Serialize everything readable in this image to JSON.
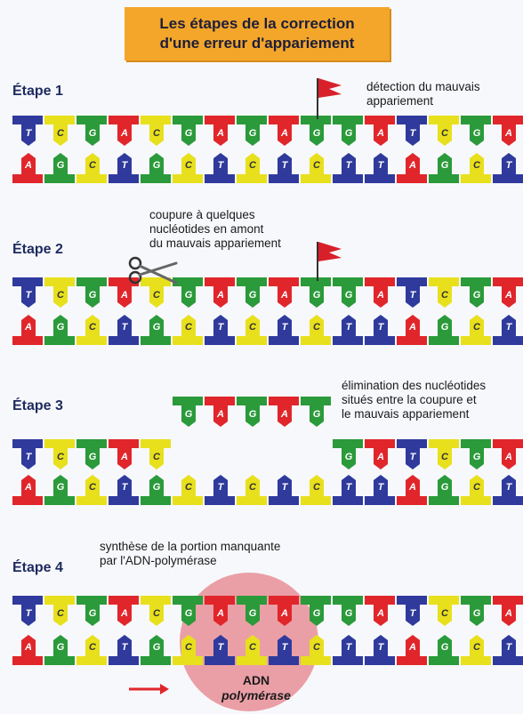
{
  "title": {
    "line1": "Les étapes de la correction",
    "line2": "d'une erreur d'appariement"
  },
  "steps": [
    {
      "label": "Étape 1",
      "note_lines": [
        "détection du mauvais",
        "appariement"
      ]
    },
    {
      "label": "Étape 2",
      "note_lines": [
        "coupure à quelques",
        "nucléotides en amont",
        "du mauvais appariement"
      ]
    },
    {
      "label": "Étape 3",
      "note_lines": [
        "élimination des nucléotides",
        "situés entre la coupure et",
        "le mauvais appariement"
      ]
    },
    {
      "label": "Étape 4",
      "note_lines": [
        "synthèse de la portion manquante",
        "par l'ADN-polymérase"
      ]
    }
  ],
  "enzyme": {
    "line1": "ADN",
    "line2": "polymérase"
  },
  "strands": {
    "top": [
      "T",
      "C",
      "G",
      "A",
      "C",
      "G",
      "A",
      "G",
      "A",
      "G",
      "G",
      "A",
      "T",
      "C",
      "G",
      "A"
    ],
    "bottom": [
      "A",
      "G",
      "C",
      "T",
      "G",
      "C",
      "T",
      "C",
      "T",
      "C",
      "T",
      "T",
      "A",
      "G",
      "C",
      "T"
    ],
    "step3_top_left": [
      "T",
      "C",
      "G",
      "A",
      "C"
    ],
    "step3_top_right": [
      "G",
      "A",
      "T",
      "C",
      "G",
      "A"
    ],
    "step3_removed": [
      "G",
      "A",
      "G",
      "A",
      "G"
    ]
  },
  "colors": {
    "A": "#e0262b",
    "T": "#2f3a9c",
    "G": "#2a9a3a",
    "C": "#e8e01c",
    "title_bg": "#f3a62a",
    "flag": "#d8202a",
    "enzyme": "#e05560"
  }
}
